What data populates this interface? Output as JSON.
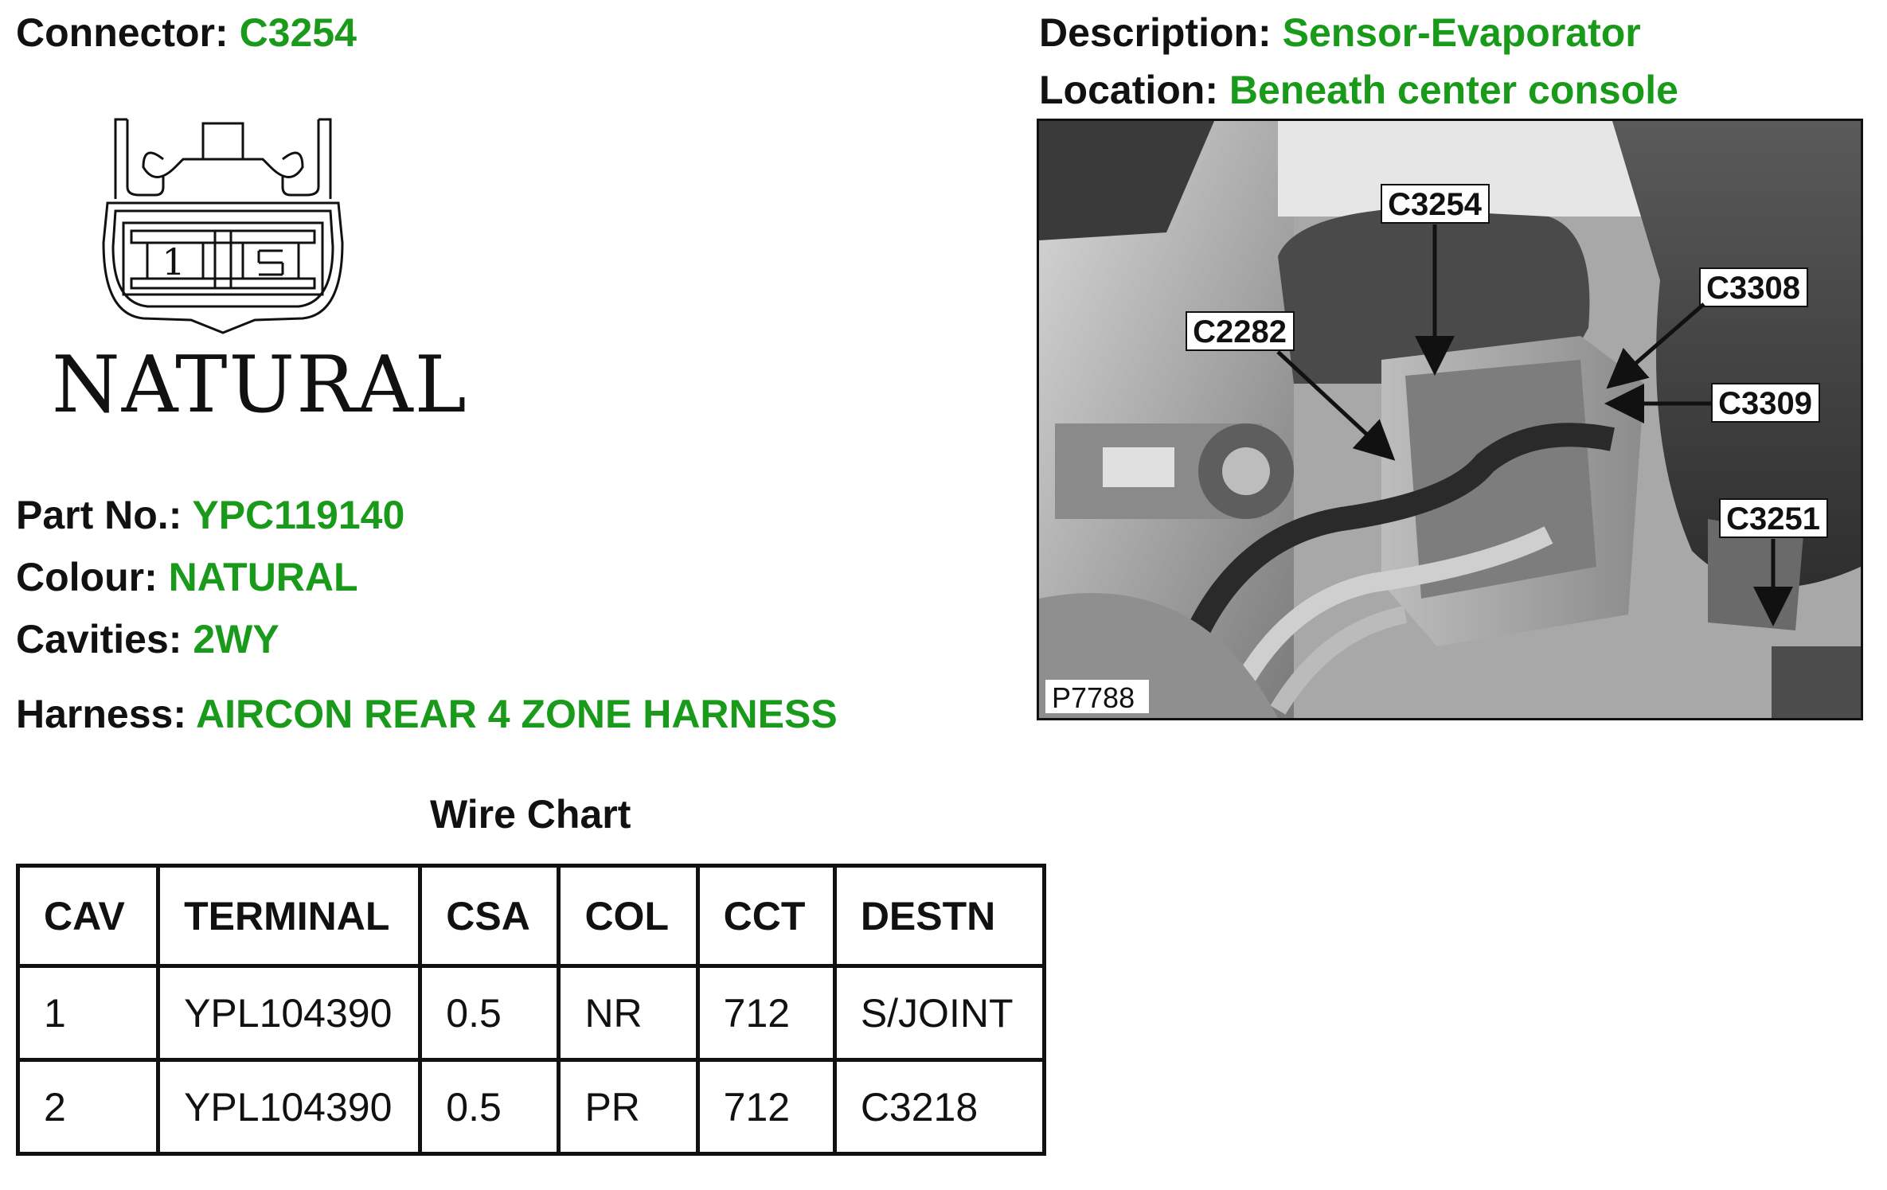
{
  "connector": {
    "label": "Connector:",
    "value": "C3254"
  },
  "description": {
    "label": "Description:",
    "value": "Sensor-Evaporator"
  },
  "location": {
    "label": "Location:",
    "value": "Beneath center console"
  },
  "drawing": {
    "cavity_number": "1",
    "colour_text": "NATURAL"
  },
  "part_no": {
    "label": "Part No.:",
    "value": "YPC119140"
  },
  "colour": {
    "label": "Colour:",
    "value": "NATURAL"
  },
  "cavities": {
    "label": "Cavities:",
    "value": "2WY"
  },
  "harness": {
    "label": "Harness:",
    "value": "AIRCON REAR 4 ZONE HARNESS"
  },
  "wire_chart": {
    "title": "Wire Chart",
    "columns": [
      "CAV",
      "TERMINAL",
      "CSA",
      "COL",
      "CCT",
      "DESTN"
    ],
    "rows": [
      [
        "1",
        "YPL104390",
        "0.5",
        "NR",
        "712",
        "S/JOINT"
      ],
      [
        "2",
        "YPL104390",
        "0.5",
        "PR",
        "712",
        "C3218"
      ]
    ]
  },
  "photo": {
    "callouts": [
      "C3254",
      "C2282",
      "C3308",
      "C3309",
      "C3251"
    ],
    "figure_id": "P7788"
  },
  "colors": {
    "value_green": "#1a9a1a",
    "text": "#111111"
  }
}
